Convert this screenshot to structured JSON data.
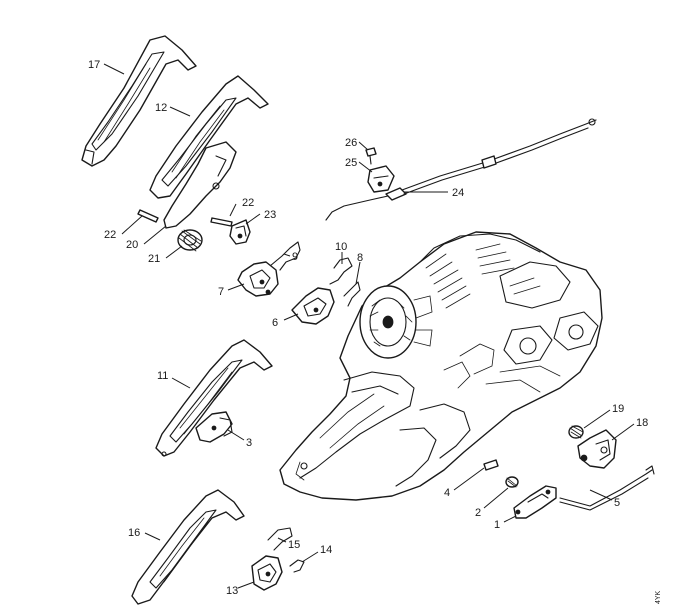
{
  "diagram": {
    "callouts": [
      {
        "id": "c17",
        "label": "17"
      },
      {
        "id": "c12",
        "label": "12"
      },
      {
        "id": "c26",
        "label": "26"
      },
      {
        "id": "c25",
        "label": "25"
      },
      {
        "id": "c24",
        "label": "24"
      },
      {
        "id": "c22a",
        "label": "22"
      },
      {
        "id": "c23",
        "label": "23"
      },
      {
        "id": "c22b",
        "label": "22"
      },
      {
        "id": "c20",
        "label": "20"
      },
      {
        "id": "c21",
        "label": "21"
      },
      {
        "id": "c9",
        "label": "9"
      },
      {
        "id": "c10",
        "label": "10"
      },
      {
        "id": "c8",
        "label": "8"
      },
      {
        "id": "c7",
        "label": "7"
      },
      {
        "id": "c6",
        "label": "6"
      },
      {
        "id": "c11",
        "label": "11"
      },
      {
        "id": "c3",
        "label": "3"
      },
      {
        "id": "c19",
        "label": "19"
      },
      {
        "id": "c18",
        "label": "18"
      },
      {
        "id": "c4",
        "label": "4"
      },
      {
        "id": "c2",
        "label": "2"
      },
      {
        "id": "c1",
        "label": "1"
      },
      {
        "id": "c5",
        "label": "5"
      },
      {
        "id": "c16",
        "label": "16"
      },
      {
        "id": "c15",
        "label": "15"
      },
      {
        "id": "c14",
        "label": "14"
      },
      {
        "id": "c13",
        "label": "13"
      }
    ],
    "reference_code": "4YK"
  }
}
